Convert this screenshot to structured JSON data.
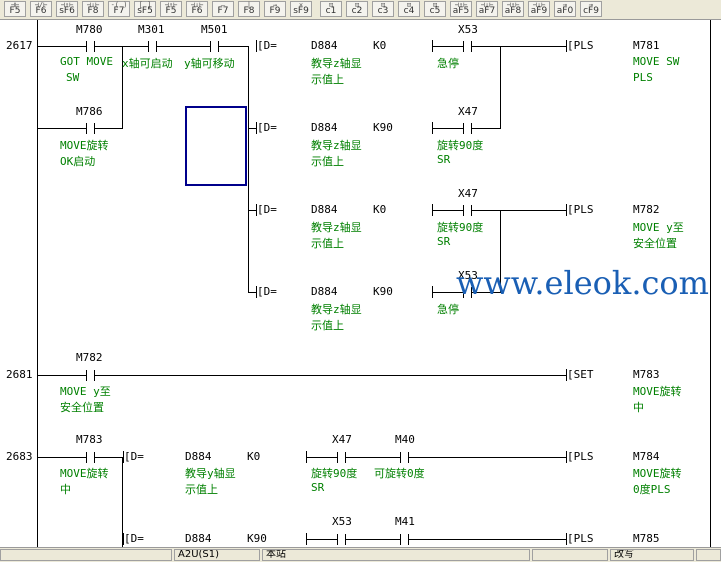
{
  "toolbar": {
    "buttons": [
      "F5",
      "F6",
      "sF6",
      "F8",
      "F7",
      "sF5",
      "F5",
      "F6",
      "F7",
      "F8",
      "F9",
      "sF9",
      "c1",
      "c2",
      "c3",
      "c4",
      "c5",
      "aF5",
      "aF7",
      "aF8",
      "aF9",
      "aF0",
      "cF9"
    ],
    "glyphs": [
      "⊣⊢",
      "⊣/⊢",
      "⊣↑⊢",
      "⊣↓⊢",
      "-( )",
      "[ ]",
      "⊣↑⊢",
      "⊣↓⊢",
      "—",
      "|",
      "→",
      "×",
      "⊡",
      "⊡",
      "⊡",
      "⊡",
      "⊡",
      "⊣↑⊢",
      "⊣↓⊢",
      "⊣↑⊢",
      "⊣↓⊢",
      "⊸",
      "⊸"
    ]
  },
  "ladder": {
    "rungs": [
      "2617",
      "2681",
      "2683"
    ],
    "devices": {
      "m780": "M780",
      "m301": "M301",
      "m501": "M501",
      "m786": "M786",
      "x53a": "X53",
      "x47a": "X47",
      "x47b": "X47",
      "x53b": "X53",
      "m781": "M781",
      "m782a": "M782",
      "m782b": "M782",
      "m783a": "M783",
      "m783b": "M783",
      "x47c": "X47",
      "m40": "M40",
      "m784": "M784",
      "x53c": "X53",
      "m41": "M41",
      "m785": "M785"
    },
    "comments": {
      "m780_1": "GOT MOVE",
      "m780_2": "SW",
      "m301": "x轴可启动",
      "m501": "y轴可移动",
      "m786_1": "MOVE旋转",
      "m786_2": "OK启动",
      "d884_1": "教导z轴显",
      "d884_2": "示值上",
      "d884b_1": "教导z轴显",
      "d884b_2": "示值上",
      "d884c_1": "教导z轴显",
      "d884c_2": "示值上",
      "d884d_1": "教导z轴显",
      "d884d_2": "示值上",
      "x53a": "急停",
      "x47a_1": "旋转90度",
      "x47a_2": "SR",
      "x47b_1": "旋转90度",
      "x47b_2": "SR",
      "x53b": "急停",
      "m781_1": "MOVE SW",
      "m781_2": "PLS",
      "m782_1": "MOVE y至",
      "m782_2": "安全位置",
      "m782b_1": "MOVE y至",
      "m782b_2": "安全位置",
      "m783_1": "MOVE旋转",
      "m783_2": "中",
      "m783b_1": "MOVE旋转",
      "m783b_2": "中",
      "d884y_1": "教导y轴显",
      "d884y_2": "示值上",
      "x47c_1": "旋转90度",
      "x47c_2": "SR",
      "m40": "可旋转0度",
      "m784_1": "MOVE旋转",
      "m784_2": "0度PLS"
    },
    "compare": {
      "c1_op": "[D=",
      "c1_src": "D884",
      "c1_k": "K0",
      "c2_op": "[D=",
      "c2_src": "D884",
      "c2_k": "K90",
      "c3_op": "[D=",
      "c3_src": "D884",
      "c3_k": "K0",
      "c4_op": "[D=",
      "c4_src": "D884",
      "c4_k": "K90",
      "c5_op": "[D=",
      "c5_src": "D884",
      "c5_k": "K0",
      "c6_op": "[D=",
      "c6_src": "D884",
      "c6_k": "K90"
    },
    "instructions": {
      "pls1": "[PLS",
      "pls2": "[PLS",
      "set1": "[SET",
      "pls3": "[PLS",
      "pls4": "[PLS"
    }
  },
  "watermark": "www.eleok.com",
  "statusbar": {
    "plc_type": "A2U(S1)",
    "station": "本站",
    "mode": "改写"
  }
}
